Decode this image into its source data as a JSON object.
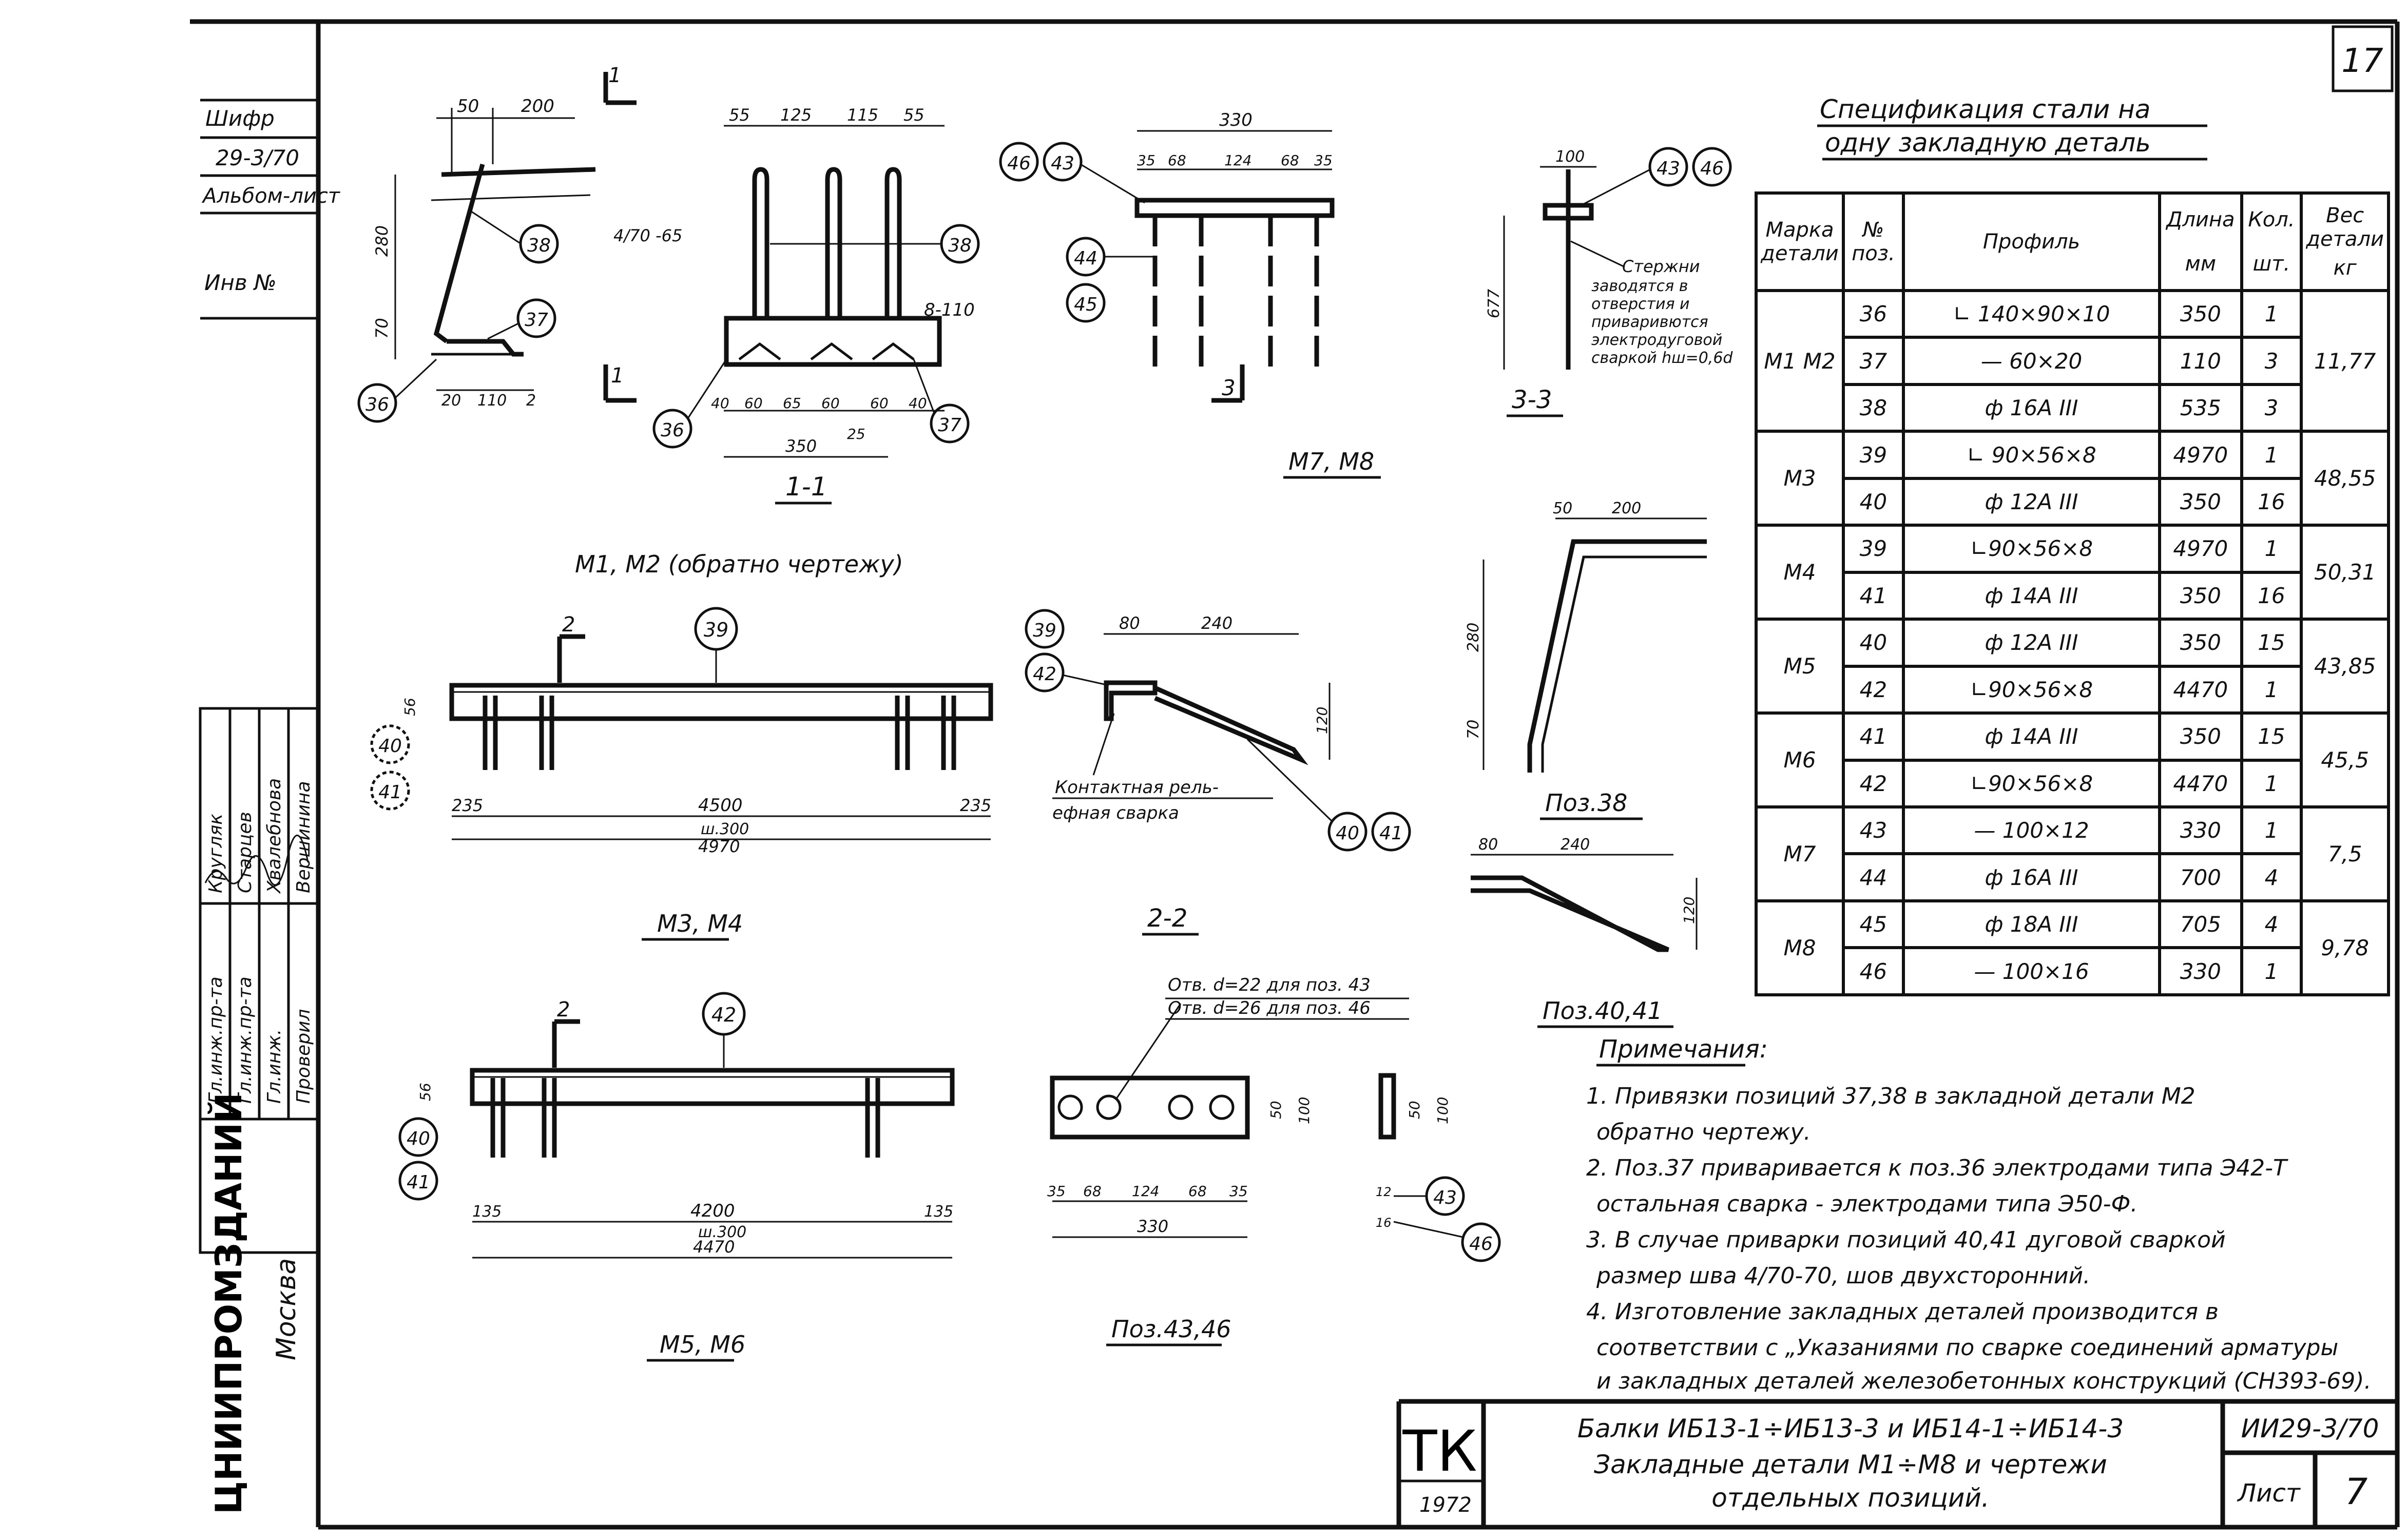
{
  "sheet": {
    "page_number": "17",
    "left_strip": {
      "code_label": "Шифр",
      "code_value": "29-3/70",
      "album_label": "Альбом-лист",
      "inv_label": "Инв №"
    },
    "org": {
      "name": "ЦНИИПРОМЗДАНИЙ",
      "city": "Москва"
    },
    "sign_rows": [
      {
        "role": "Гл.инж.пр-та",
        "name": "Кругляк"
      },
      {
        "role": "Гл.инж.пр-та",
        "name": "Старцев"
      },
      {
        "role": "Гл.инж.",
        "name": "Хвалебнова"
      },
      {
        "role": "Проверил",
        "name": "Вершинина"
      }
    ]
  },
  "drawing": {
    "views": {
      "m1m2": {
        "caption": "М1, М2 (обратно чертежу)",
        "section": "1-1",
        "section_mark": "1"
      },
      "m3m4": {
        "caption": "М3, М4"
      },
      "m5m6": {
        "caption": "М5, М6"
      },
      "m7m8": {
        "caption": "М7, М8",
        "section_mark": "3"
      },
      "section22": {
        "caption": "2-2",
        "note1": "Контактная рель-",
        "note2": "ефная сварка"
      },
      "section33": {
        "caption": "3-3",
        "note": [
          "Стержни",
          "заводятся в",
          "отверстия и",
          "приваривются",
          "электродуговой",
          "сваркой hш=0,6d"
        ]
      },
      "pos38": {
        "caption": "Поз.38"
      },
      "pos4041": {
        "caption": "Поз.40,41"
      },
      "pos4346": {
        "caption": "Поз.43,46",
        "hole1": "Отв. d=22 для поз. 43",
        "hole2": "Отв. d=26 для поз. 46"
      }
    },
    "dims": {
      "m1_top": [
        "50",
        "200"
      ],
      "m1_side": [
        "280",
        "70"
      ],
      "m1_bot": [
        "20",
        "110",
        "2"
      ],
      "m1_weld": "4/70 -65",
      "s11_top": [
        "55",
        "125",
        "115",
        "55"
      ],
      "s11_bot": [
        "40",
        "60",
        "65",
        "60",
        "60",
        "40"
      ],
      "s11_total": "350",
      "s11_25": "25",
      "s11_weld": "8-110",
      "m7_top": "330",
      "m7_sub": [
        "35",
        "68",
        "124",
        "68",
        "35"
      ],
      "s33_top": "100",
      "s33_side": "677",
      "m3_left": "235",
      "m3_right": "235",
      "m3_mid": "4500",
      "m3_sh": "ш.300",
      "m3_total": "4970",
      "m3_56": "56",
      "m5_left": "135",
      "m5_right": "135",
      "m5_mid": "4200",
      "m5_sh": "ш.300",
      "m5_total": "4470",
      "m5_56": "56",
      "s22_top": [
        "80",
        "240"
      ],
      "s22_side": "120",
      "p38_top": [
        "50",
        "200"
      ],
      "p38_side": [
        "280",
        "70"
      ],
      "p40_top": [
        "80",
        "240"
      ],
      "p40_side": "120",
      "p43_bot": [
        "35",
        "68",
        "124",
        "68",
        "35"
      ],
      "p43_total": "330",
      "p43_side": [
        "50",
        "100"
      ],
      "p43_edge": [
        "50",
        "100"
      ],
      "p43_small": [
        "12",
        "16"
      ]
    },
    "bubbles": {
      "m1": [
        "38",
        "37",
        "36"
      ],
      "s11": [
        "38",
        "36",
        "37"
      ],
      "m7": [
        "46",
        "43",
        "44",
        "45"
      ],
      "s33": [
        "43",
        "46"
      ],
      "m3": [
        "39",
        "40",
        "41"
      ],
      "s22": [
        "39",
        "42",
        "40",
        "41"
      ],
      "m5": [
        "42",
        "40",
        "41"
      ],
      "p43": [
        "43",
        "46"
      ]
    },
    "section_marks": {
      "a": "1",
      "b": "2"
    }
  },
  "spec": {
    "title_line1": "Спецификация стали на",
    "title_line2": "одну закладную деталь",
    "headers": {
      "mark": "Марка детали",
      "pos": "№ поз.",
      "profile": "Профиль",
      "length": "Длина",
      "length_unit": "мм",
      "qty": "Кол.",
      "qty_unit": "шт.",
      "weight": "Вес детали",
      "weight_unit": "кг"
    },
    "groups": [
      {
        "marks": "М1 М2",
        "weight": "11,77",
        "rows": [
          {
            "pos": "36",
            "profile": "∟ 140×90×10",
            "length": "350",
            "qty": "1"
          },
          {
            "pos": "37",
            "profile": "— 60×20",
            "length": "110",
            "qty": "3"
          },
          {
            "pos": "38",
            "profile": "ф 16А III",
            "length": "535",
            "qty": "3"
          }
        ]
      },
      {
        "marks": "М3",
        "weight": "48,55",
        "rows": [
          {
            "pos": "39",
            "profile": "∟ 90×56×8",
            "length": "4970",
            "qty": "1"
          },
          {
            "pos": "40",
            "profile": "ф 12А III",
            "length": "350",
            "qty": "16"
          }
        ]
      },
      {
        "marks": "М4",
        "weight": "50,31",
        "rows": [
          {
            "pos": "39",
            "profile": "∟90×56×8",
            "length": "4970",
            "qty": "1"
          },
          {
            "pos": "41",
            "profile": "ф 14А III",
            "length": "350",
            "qty": "16"
          }
        ]
      },
      {
        "marks": "М5",
        "weight": "43,85",
        "rows": [
          {
            "pos": "40",
            "profile": "ф 12А III",
            "length": "350",
            "qty": "15"
          },
          {
            "pos": "42",
            "profile": "∟90×56×8",
            "length": "4470",
            "qty": "1"
          }
        ]
      },
      {
        "marks": "М6",
        "weight": "45,5",
        "rows": [
          {
            "pos": "41",
            "profile": "ф 14А III",
            "length": "350",
            "qty": "15"
          },
          {
            "pos": "42",
            "profile": "∟90×56×8",
            "length": "4470",
            "qty": "1"
          }
        ]
      },
      {
        "marks": "М7",
        "weight": "7,5",
        "rows": [
          {
            "pos": "43",
            "profile": "— 100×12",
            "length": "330",
            "qty": "1"
          },
          {
            "pos": "44",
            "profile": "ф 16А III",
            "length": "700",
            "qty": "4"
          }
        ]
      },
      {
        "marks": "М8",
        "weight": "9,78",
        "rows": [
          {
            "pos": "45",
            "profile": "ф 18А III",
            "length": "705",
            "qty": "4"
          },
          {
            "pos": "46",
            "profile": "— 100×16",
            "length": "330",
            "qty": "1"
          }
        ]
      }
    ]
  },
  "notes": {
    "title": "Примечания:",
    "items": [
      "1. Привязки позиций 37,38 в закладной детали М2",
      "обратно чертежу.",
      "2. Поз.37 приваривается к поз.36 электродами типа Э42-Т",
      "остальная сварка - электродами типа Э50-Ф.",
      "3. В случае приварки позиций 40,41 дуговой сваркой",
      "размер шва 4/70-70, шов двухсторонний.",
      "4. Изготовление закладных деталей производится в",
      "соответствии с „Указаниями по сварке соединений арматуры",
      "и закладных деталей железобетонных конструкций (СН393-69)."
    ]
  },
  "title_block": {
    "stamp": "ТК",
    "year": "1972",
    "line1": "Балки ИБ13-1÷ИБ13-3 и ИБ14-1÷ИБ14-3",
    "line2": "Закладные детали М1÷М8 и чертежи",
    "line3": "отдельных позиций.",
    "code": "ИИ29-3/70",
    "sheet_label": "Лист",
    "sheet_no": "7"
  }
}
